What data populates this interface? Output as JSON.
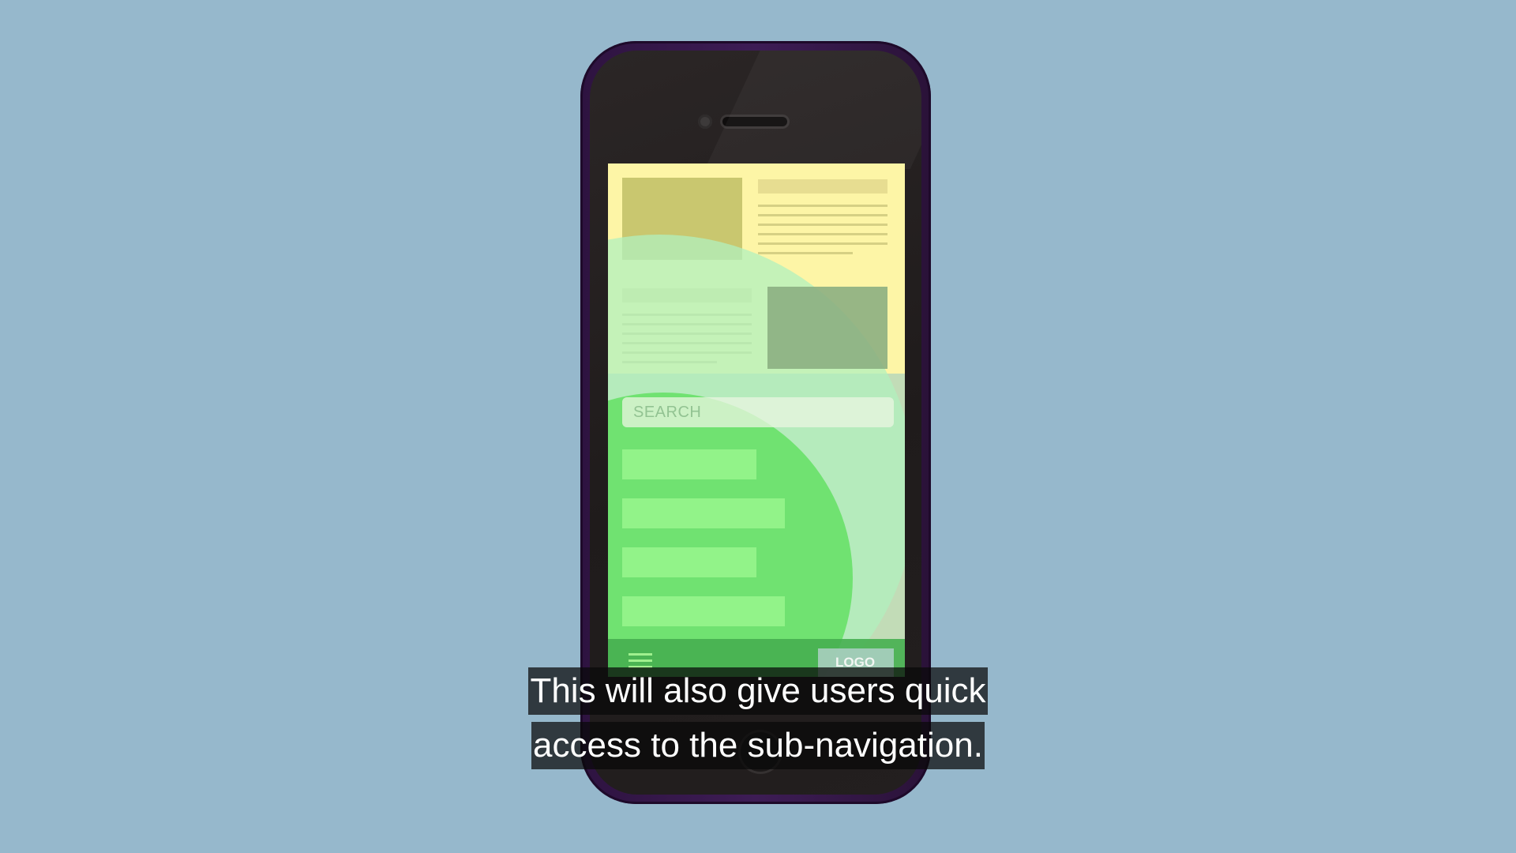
{
  "screen": {
    "search_placeholder": "SEARCH",
    "logo_label": "LOGO"
  },
  "subtitles": {
    "line1": "This will also give users quick",
    "line2": "access to the sub-navigation."
  },
  "colors": {
    "background": "#96b8cc",
    "phone_frame": "#3d1c55",
    "screen_yellow": "#fdf5a6",
    "highlight_green": "#64e064"
  },
  "icons": {
    "menu": "hamburger-menu-icon"
  }
}
